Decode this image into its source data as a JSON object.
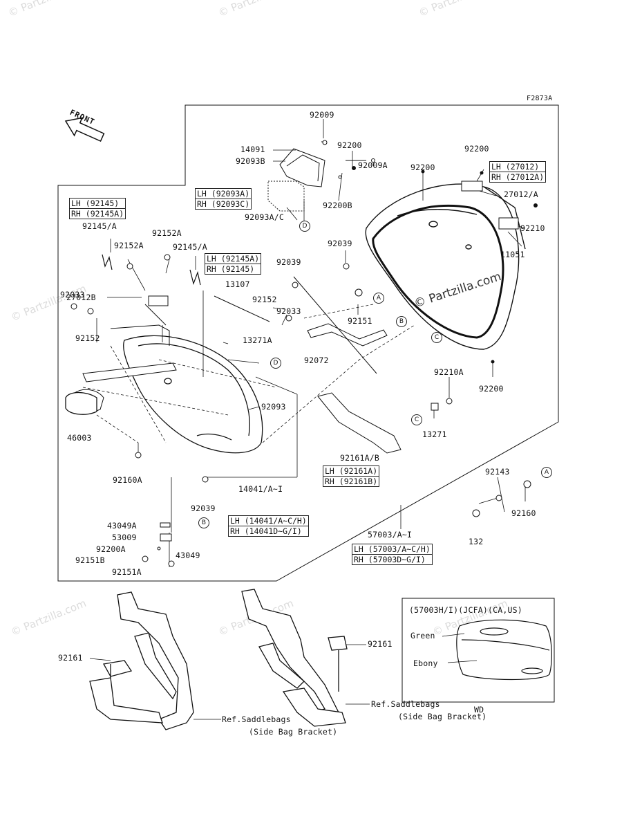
{
  "figure_code": "F2873A",
  "front_arrow": "FRONT",
  "watermark": "© Partzilla.com",
  "brand_watermark": "© Partzilla.com",
  "parts": [
    {
      "id": "p92009",
      "text": "92009"
    },
    {
      "id": "p92200_top",
      "text": "92200"
    },
    {
      "id": "p14091",
      "text": "14091"
    },
    {
      "id": "p92093B",
      "text": "92093B"
    },
    {
      "id": "p92009A",
      "text": "92009A"
    },
    {
      "id": "p92200B",
      "text": "92200B"
    },
    {
      "id": "p92093AC",
      "text": "92093A/C"
    },
    {
      "id": "p92200_r1",
      "text": "92200"
    },
    {
      "id": "p92200_r2",
      "text": "92200"
    },
    {
      "id": "p27012A",
      "text": "27012/A"
    },
    {
      "id": "p92210",
      "text": "92210"
    },
    {
      "id": "p11051",
      "text": "11051"
    },
    {
      "id": "p92039_a",
      "text": "92039"
    },
    {
      "id": "p92039_b",
      "text": "92039"
    },
    {
      "id": "p92151",
      "text": "92151"
    },
    {
      "id": "p92200_c",
      "text": "92200"
    },
    {
      "id": "p92210A",
      "text": "92210A"
    },
    {
      "id": "p13271",
      "text": "13271"
    },
    {
      "id": "p92145A",
      "text": "92145/A"
    },
    {
      "id": "p92152A_1",
      "text": "92152A"
    },
    {
      "id": "p92152A_2",
      "text": "92152A"
    },
    {
      "id": "p92145A_2",
      "text": "92145/A"
    },
    {
      "id": "p92033_a",
      "text": "92033"
    },
    {
      "id": "p27012B",
      "text": "27012B"
    },
    {
      "id": "p13107",
      "text": "13107"
    },
    {
      "id": "p92152_a",
      "text": "92152"
    },
    {
      "id": "p92033_b",
      "text": "92033"
    },
    {
      "id": "p92152_b",
      "text": "92152"
    },
    {
      "id": "p13271A",
      "text": "13271A"
    },
    {
      "id": "p92072",
      "text": "92072"
    },
    {
      "id": "p92093",
      "text": "92093"
    },
    {
      "id": "p46003",
      "text": "46003"
    },
    {
      "id": "p92160A",
      "text": "92160A"
    },
    {
      "id": "p92039_c",
      "text": "92039"
    },
    {
      "id": "p14041",
      "text": "14041/A~I"
    },
    {
      "id": "p92161AB",
      "text": "92161A/B"
    },
    {
      "id": "p57003",
      "text": "57003/A~I"
    },
    {
      "id": "p92143",
      "text": "92143"
    },
    {
      "id": "p92160",
      "text": "92160"
    },
    {
      "id": "p132",
      "text": "132"
    },
    {
      "id": "p43049A",
      "text": "43049A"
    },
    {
      "id": "p53009",
      "text": "53009"
    },
    {
      "id": "p92200A",
      "text": "92200A"
    },
    {
      "id": "p92151B",
      "text": "92151B"
    },
    {
      "id": "p43049",
      "text": "43049"
    },
    {
      "id": "p92151A",
      "text": "92151A"
    },
    {
      "id": "p92161_l",
      "text": "92161"
    },
    {
      "id": "p92161_r",
      "text": "92161"
    },
    {
      "id": "ref_l1",
      "text": "Ref.Saddlebags"
    },
    {
      "id": "ref_l2",
      "text": "(Side Bag Bracket)"
    },
    {
      "id": "ref_r1",
      "text": "Ref.Saddlebags"
    },
    {
      "id": "ref_r2",
      "text": "(Side Bag Bracket)"
    },
    {
      "id": "inset_title",
      "text": "(57003H/I)(JCFA)(CA,US)"
    },
    {
      "id": "inset_green",
      "text": "Green"
    },
    {
      "id": "inset_ebony",
      "text": "Ebony"
    },
    {
      "id": "inset_wd",
      "text": "WD"
    }
  ],
  "lhrh_tables": [
    {
      "id": "t92093",
      "rows": [
        "LH (92093A)",
        "RH (92093C)"
      ]
    },
    {
      "id": "t27012",
      "rows": [
        "LH (27012)",
        "RH (27012A)"
      ]
    },
    {
      "id": "t92145",
      "rows": [
        "LH (92145)",
        "RH (92145A)"
      ]
    },
    {
      "id": "t92145b",
      "rows": [
        "LH (92145A)",
        "RH (92145)"
      ]
    },
    {
      "id": "t92161",
      "rows": [
        "LH (92161A)",
        "RH (92161B)"
      ]
    },
    {
      "id": "t14041",
      "rows": [
        "LH (14041/A~C/H)",
        "RH (14041D~G/I)"
      ]
    },
    {
      "id": "t57003",
      "rows": [
        "LH (57003/A~C/H)",
        "RH (57003D~G/I)"
      ]
    }
  ],
  "callouts": [
    {
      "id": "cD1",
      "letter": "D"
    },
    {
      "id": "cA1",
      "letter": "A"
    },
    {
      "id": "cB1",
      "letter": "B"
    },
    {
      "id": "cC1",
      "letter": "C"
    },
    {
      "id": "cD2",
      "letter": "D"
    },
    {
      "id": "cC2",
      "letter": "C"
    },
    {
      "id": "cA2",
      "letter": "A"
    },
    {
      "id": "cB2",
      "letter": "B"
    }
  ]
}
